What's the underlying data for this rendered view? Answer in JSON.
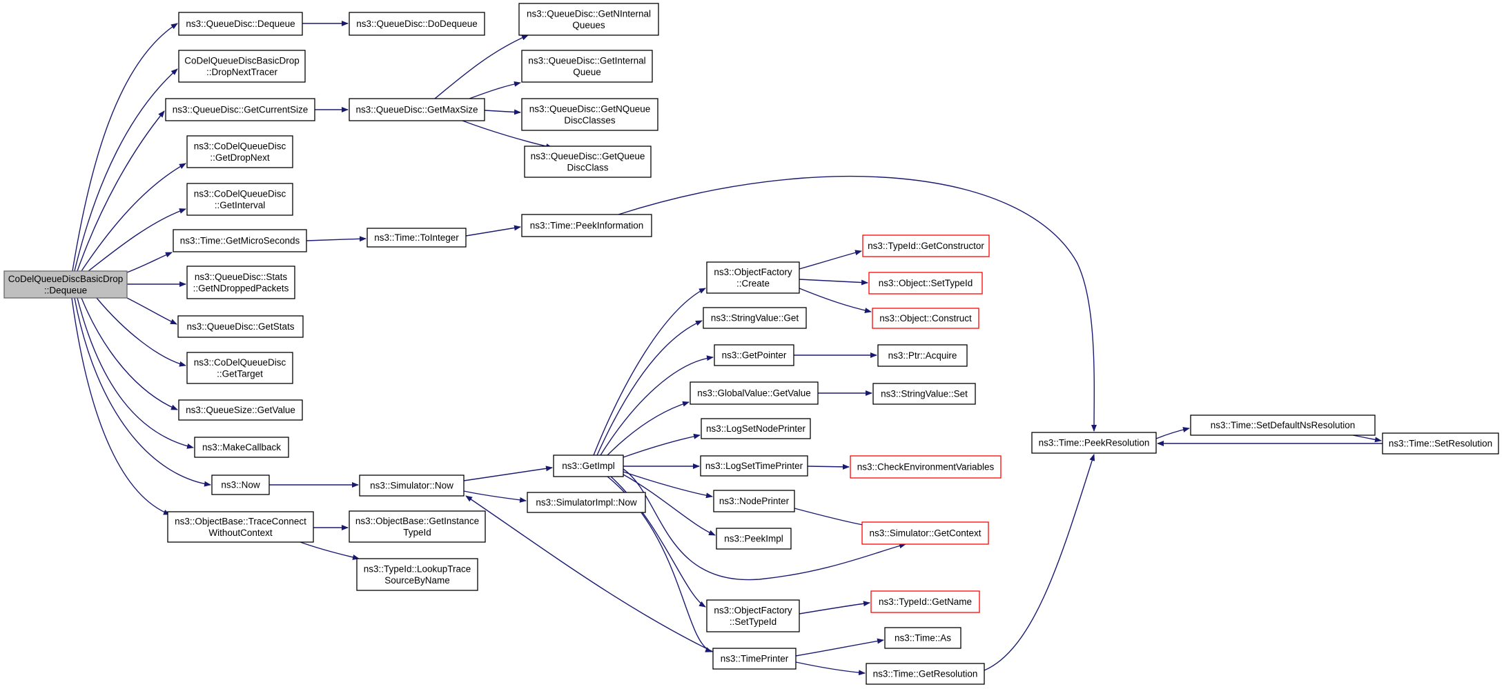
{
  "colors": {
    "edge": "#191970",
    "node_border": "#000000",
    "truncated_border": "#ff0000",
    "root_fill": "#bfbfbf",
    "node_fill": "#ffffff"
  },
  "nodes": [
    {
      "id": "root",
      "lines": [
        "CoDelQueueDiscBasicDrop",
        "::Dequeue"
      ],
      "style": "root"
    },
    {
      "id": "qd_dequeue",
      "lines": [
        "ns3::QueueDisc::Dequeue"
      ],
      "style": "normal"
    },
    {
      "id": "qd_dodequeue",
      "lines": [
        "ns3::QueueDisc::DoDequeue"
      ],
      "style": "normal"
    },
    {
      "id": "dropnexttracer",
      "lines": [
        "CoDelQueueDiscBasicDrop",
        "::DropNextTracer"
      ],
      "style": "normal"
    },
    {
      "id": "qd_getcurrentsize",
      "lines": [
        "ns3::QueueDisc::GetCurrentSize"
      ],
      "style": "normal"
    },
    {
      "id": "qd_getmaxsize",
      "lines": [
        "ns3::QueueDisc::GetMaxSize"
      ],
      "style": "normal"
    },
    {
      "id": "qd_getninternalqueues",
      "lines": [
        "ns3::QueueDisc::GetNInternal",
        "Queues"
      ],
      "style": "normal"
    },
    {
      "id": "qd_getinternalqueue",
      "lines": [
        "ns3::QueueDisc::GetInternal",
        "Queue"
      ],
      "style": "normal"
    },
    {
      "id": "qd_getnqueuedisc",
      "lines": [
        "ns3::QueueDisc::GetNQueue",
        "DiscClasses"
      ],
      "style": "normal"
    },
    {
      "id": "qd_getqueuedisc",
      "lines": [
        "ns3::QueueDisc::GetQueue",
        "DiscClass"
      ],
      "style": "normal"
    },
    {
      "id": "codel_getdropnext",
      "lines": [
        "ns3::CoDelQueueDisc",
        "::GetDropNext"
      ],
      "style": "normal"
    },
    {
      "id": "codel_getinterval",
      "lines": [
        "ns3::CoDelQueueDisc",
        "::GetInterval"
      ],
      "style": "normal"
    },
    {
      "id": "time_getmicroseconds",
      "lines": [
        "ns3::Time::GetMicroSeconds"
      ],
      "style": "normal"
    },
    {
      "id": "time_tointeger",
      "lines": [
        "ns3::Time::ToInteger"
      ],
      "style": "normal"
    },
    {
      "id": "time_peekinformation",
      "lines": [
        "ns3::Time::PeekInformation"
      ],
      "style": "normal"
    },
    {
      "id": "stats_getndropped",
      "lines": [
        "ns3::QueueDisc::Stats",
        "::GetNDroppedPackets"
      ],
      "style": "normal"
    },
    {
      "id": "qd_getstats",
      "lines": [
        "ns3::QueueDisc::GetStats"
      ],
      "style": "normal"
    },
    {
      "id": "codel_gettarget",
      "lines": [
        "ns3::CoDelQueueDisc",
        "::GetTarget"
      ],
      "style": "normal"
    },
    {
      "id": "qs_getvalue",
      "lines": [
        "ns3::QueueSize::GetValue"
      ],
      "style": "normal"
    },
    {
      "id": "makecallback",
      "lines": [
        "ns3::MakeCallback"
      ],
      "style": "normal"
    },
    {
      "id": "now",
      "lines": [
        "ns3::Now"
      ],
      "style": "normal"
    },
    {
      "id": "sim_now",
      "lines": [
        "ns3::Simulator::Now"
      ],
      "style": "normal"
    },
    {
      "id": "simimpl_now",
      "lines": [
        "ns3::SimulatorImpl::Now"
      ],
      "style": "normal"
    },
    {
      "id": "traceconnect",
      "lines": [
        "ns3::ObjectBase::TraceConnect",
        "WithoutContext"
      ],
      "style": "normal"
    },
    {
      "id": "getinstancetypeid",
      "lines": [
        "ns3::ObjectBase::GetInstance",
        "TypeId"
      ],
      "style": "normal"
    },
    {
      "id": "lookuptrace",
      "lines": [
        "ns3::TypeId::LookupTrace",
        "SourceByName"
      ],
      "style": "normal"
    },
    {
      "id": "getimpl",
      "lines": [
        "ns3::GetImpl"
      ],
      "style": "normal"
    },
    {
      "id": "of_create",
      "lines": [
        "ns3::ObjectFactory",
        "::Create"
      ],
      "style": "normal"
    },
    {
      "id": "tid_getconstructor",
      "lines": [
        "ns3::TypeId::GetConstructor"
      ],
      "style": "truncated"
    },
    {
      "id": "obj_settypeid",
      "lines": [
        "ns3::Object::SetTypeId"
      ],
      "style": "truncated"
    },
    {
      "id": "obj_construct",
      "lines": [
        "ns3::Object::Construct"
      ],
      "style": "truncated"
    },
    {
      "id": "sv_get",
      "lines": [
        "ns3::StringValue::Get"
      ],
      "style": "normal"
    },
    {
      "id": "getpointer",
      "lines": [
        "ns3::GetPointer"
      ],
      "style": "normal"
    },
    {
      "id": "ptr_acquire",
      "lines": [
        "ns3::Ptr::Acquire"
      ],
      "style": "normal"
    },
    {
      "id": "gv_getvalue",
      "lines": [
        "ns3::GlobalValue::GetValue"
      ],
      "style": "normal"
    },
    {
      "id": "sv_set",
      "lines": [
        "ns3::StringValue::Set"
      ],
      "style": "normal"
    },
    {
      "id": "logsetnodeprinter",
      "lines": [
        "ns3::LogSetNodePrinter"
      ],
      "style": "normal"
    },
    {
      "id": "logsettimeprinter",
      "lines": [
        "ns3::LogSetTimePrinter"
      ],
      "style": "normal"
    },
    {
      "id": "checkenv",
      "lines": [
        "ns3::CheckEnvironmentVariables"
      ],
      "style": "truncated"
    },
    {
      "id": "nodeprinter",
      "lines": [
        "ns3::NodePrinter"
      ],
      "style": "normal"
    },
    {
      "id": "sim_getcontext",
      "lines": [
        "ns3::Simulator::GetContext"
      ],
      "style": "truncated"
    },
    {
      "id": "peekimpl",
      "lines": [
        "ns3::PeekImpl"
      ],
      "style": "normal"
    },
    {
      "id": "of_settypeid",
      "lines": [
        "ns3::ObjectFactory",
        "::SetTypeId"
      ],
      "style": "normal"
    },
    {
      "id": "tid_getname",
      "lines": [
        "ns3::TypeId::GetName"
      ],
      "style": "truncated"
    },
    {
      "id": "timeprinter",
      "lines": [
        "ns3::TimePrinter"
      ],
      "style": "normal"
    },
    {
      "id": "time_as",
      "lines": [
        "ns3::Time::As"
      ],
      "style": "normal"
    },
    {
      "id": "time_getresolution",
      "lines": [
        "ns3::Time::GetResolution"
      ],
      "style": "normal"
    },
    {
      "id": "time_peekresolution",
      "lines": [
        "ns3::Time::PeekResolution"
      ],
      "style": "normal"
    },
    {
      "id": "time_setdefaultns",
      "lines": [
        "ns3::Time::SetDefaultNsResolution"
      ],
      "style": "normal"
    },
    {
      "id": "time_setresolution",
      "lines": [
        "ns3::Time::SetResolution"
      ],
      "style": "normal"
    }
  ],
  "edges": [
    [
      "root",
      "qd_dequeue"
    ],
    [
      "root",
      "dropnexttracer"
    ],
    [
      "root",
      "qd_getcurrentsize"
    ],
    [
      "root",
      "codel_getdropnext"
    ],
    [
      "root",
      "codel_getinterval"
    ],
    [
      "root",
      "time_getmicroseconds"
    ],
    [
      "root",
      "stats_getndropped"
    ],
    [
      "root",
      "qd_getstats"
    ],
    [
      "root",
      "codel_gettarget"
    ],
    [
      "root",
      "qs_getvalue"
    ],
    [
      "root",
      "makecallback"
    ],
    [
      "root",
      "now"
    ],
    [
      "root",
      "traceconnect"
    ],
    [
      "qd_dequeue",
      "qd_dodequeue"
    ],
    [
      "qd_getcurrentsize",
      "qd_getmaxsize"
    ],
    [
      "qd_getmaxsize",
      "qd_getninternalqueues"
    ],
    [
      "qd_getmaxsize",
      "qd_getinternalqueue"
    ],
    [
      "qd_getmaxsize",
      "qd_getnqueuedisc"
    ],
    [
      "qd_getmaxsize",
      "qd_getqueuedisc"
    ],
    [
      "time_getmicroseconds",
      "time_tointeger"
    ],
    [
      "time_tointeger",
      "time_peekinformation"
    ],
    [
      "time_peekinformation",
      "time_peekresolution"
    ],
    [
      "now",
      "sim_now"
    ],
    [
      "sim_now",
      "getimpl"
    ],
    [
      "sim_now",
      "simimpl_now"
    ],
    [
      "traceconnect",
      "getinstancetypeid"
    ],
    [
      "traceconnect",
      "lookuptrace"
    ],
    [
      "getimpl",
      "of_create"
    ],
    [
      "getimpl",
      "sv_get"
    ],
    [
      "getimpl",
      "getpointer"
    ],
    [
      "getimpl",
      "gv_getvalue"
    ],
    [
      "getimpl",
      "logsetnodeprinter"
    ],
    [
      "getimpl",
      "logsettimeprinter"
    ],
    [
      "getimpl",
      "nodeprinter"
    ],
    [
      "getimpl",
      "peekimpl"
    ],
    [
      "getimpl",
      "of_settypeid"
    ],
    [
      "getimpl",
      "timeprinter"
    ],
    [
      "getimpl",
      "sim_getcontext"
    ],
    [
      "of_create",
      "tid_getconstructor"
    ],
    [
      "of_create",
      "obj_settypeid"
    ],
    [
      "of_create",
      "obj_construct"
    ],
    [
      "getpointer",
      "ptr_acquire"
    ],
    [
      "gv_getvalue",
      "sv_set"
    ],
    [
      "logsettimeprinter",
      "checkenv"
    ],
    [
      "nodeprinter",
      "sim_getcontext"
    ],
    [
      "of_settypeid",
      "tid_getname"
    ],
    [
      "timeprinter",
      "sim_now"
    ],
    [
      "timeprinter",
      "time_as"
    ],
    [
      "timeprinter",
      "time_getresolution"
    ],
    [
      "time_getresolution",
      "time_peekresolution"
    ],
    [
      "time_peekresolution",
      "time_setdefaultns"
    ],
    [
      "time_setdefaultns",
      "time_setresolution"
    ],
    [
      "time_setresolution",
      "time_peekresolution"
    ]
  ]
}
